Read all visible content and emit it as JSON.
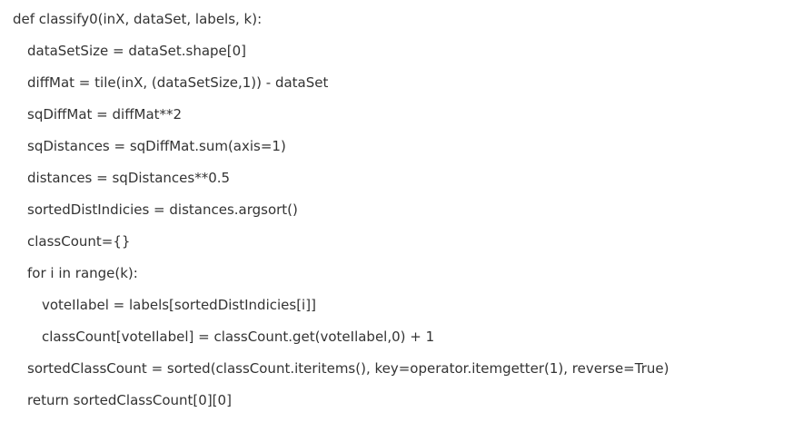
{
  "code": {
    "lines": [
      "def classify0(inX, dataSet, labels, k):",
      "dataSetSize = dataSet.shape[0]",
      "diffMat = tile(inX, (dataSetSize,1)) - dataSet",
      "sqDiffMat = diffMat**2",
      "sqDistances = sqDiffMat.sum(axis=1)",
      "distances = sqDistances**0.5",
      "sortedDistIndicies = distances.argsort()",
      "classCount={}",
      "for i in range(k):",
      "voteIlabel = labels[sortedDistIndicies[i]]",
      "classCount[voteIlabel] = classCount.get(voteIlabel,0) + 1",
      "sortedClassCount = sorted(classCount.iteritems(), key=operator.itemgetter(1), reverse=True)",
      "return sortedClassCount[0][0]"
    ]
  }
}
